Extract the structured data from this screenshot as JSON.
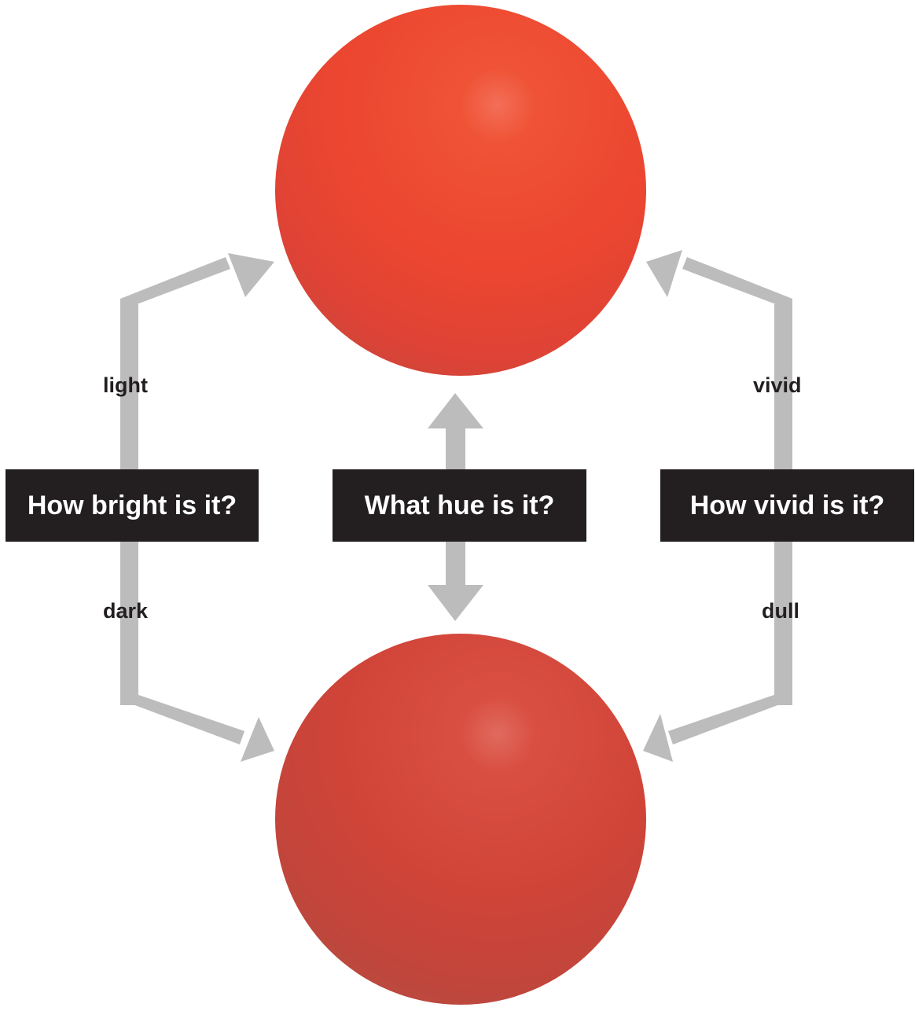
{
  "questions": {
    "brightness": "How bright is it?",
    "hue": "What hue is it?",
    "vividness": "How vivid is it?"
  },
  "labels": {
    "light": "light",
    "dark": "dark",
    "vivid": "vivid",
    "dull": "dull"
  },
  "colors": {
    "top_sphere": "#ee4a2e",
    "bottom_sphere": "#d2473a",
    "arrow": "#bcbcbc",
    "box": "#231f20",
    "box_text": "#ffffff",
    "label_text": "#231f20"
  }
}
